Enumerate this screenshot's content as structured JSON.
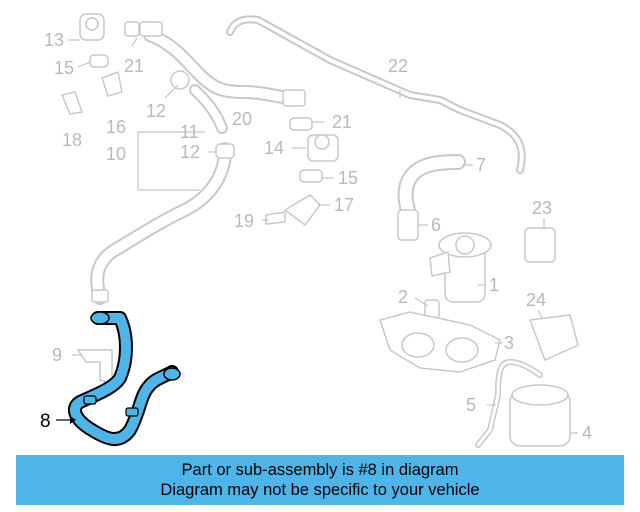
{
  "callouts": {
    "c1": "1",
    "c2": "2",
    "c3": "3",
    "c4": "4",
    "c5": "5",
    "c6": "6",
    "c7": "7",
    "c8": "8",
    "c9": "9",
    "c10": "10",
    "c11": "11",
    "c12a": "12",
    "c12b": "12",
    "c13": "13",
    "c14": "14",
    "c15a": "15",
    "c15b": "15",
    "c16": "16",
    "c17": "17",
    "c18": "18",
    "c19": "19",
    "c20": "20",
    "c21a": "21",
    "c21b": "21",
    "c22": "22",
    "c23": "23",
    "c24": "24"
  },
  "banner": {
    "line1": "Part or sub-assembly is #8 in diagram",
    "line2": "Diagram may not be specific to your vehicle"
  },
  "colors": {
    "highlight": "#4fb4e8",
    "parts_gray": "#c8c8c8",
    "banner_bg": "#4fb4e8"
  }
}
